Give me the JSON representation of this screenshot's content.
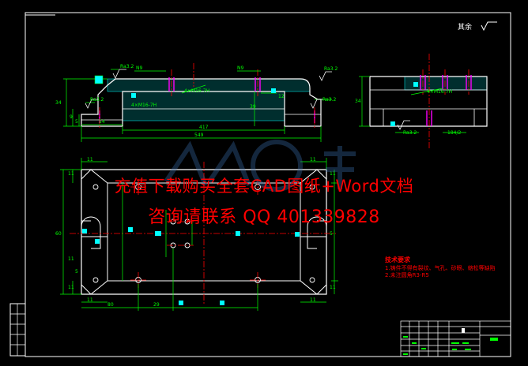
{
  "colors": {
    "background": "#000000",
    "outline": "#ffffff",
    "dimension": "#00ff00",
    "centerline": "#ff0000",
    "hatch": "#00ffff",
    "highlight": "#ff00ff",
    "notes": "#ff0000",
    "watermark": "#ff0000"
  },
  "roughness_note": "其余",
  "watermark": {
    "line1": "充值下载购买全套CAD图纸+Word文档",
    "line2": "咨询请联系  QQ 401339828"
  },
  "tech_requirements": {
    "title": "技术要求",
    "items": [
      "1.铸件不得有裂纹、气孔、砂眼、缩松等缺陷",
      "2.未注圆角R3-R5"
    ]
  },
  "dimensions": {
    "front": {
      "overall_width": "549",
      "inner_width": "417",
      "left_step": "54",
      "height_total": "34",
      "recess_depth": "39",
      "top_left": "N9",
      "top_right": "N9",
      "left_small_a": "9",
      "left_small_b": "5",
      "right_small": "12",
      "roughness_left_top": "Ra3.2",
      "roughness_left_bottom": "Ra3.2",
      "roughness_right_top": "Ra3.2",
      "roughness_right_bottom": "Ra3.2",
      "hole_a": "4×M16-7H",
      "hole_b": "4×M16-7H"
    },
    "side": {
      "height": "34",
      "hole": "4×M16-7H",
      "roughness": "Ra3.2",
      "width": "184/2"
    },
    "plan": {
      "top_left_a": "11",
      "top_left_b": "11",
      "top_right_a": "11",
      "top_right_b": "11",
      "left_height": "60",
      "bottom_left_a": "11",
      "bottom_left_b": "11",
      "bottom_middle": "29",
      "bottom_left_span": "80",
      "bottom_right_a": "11",
      "bottom_right_b": "11",
      "right_small": "5",
      "left_small_a": "11",
      "left_small_b": "5"
    }
  }
}
